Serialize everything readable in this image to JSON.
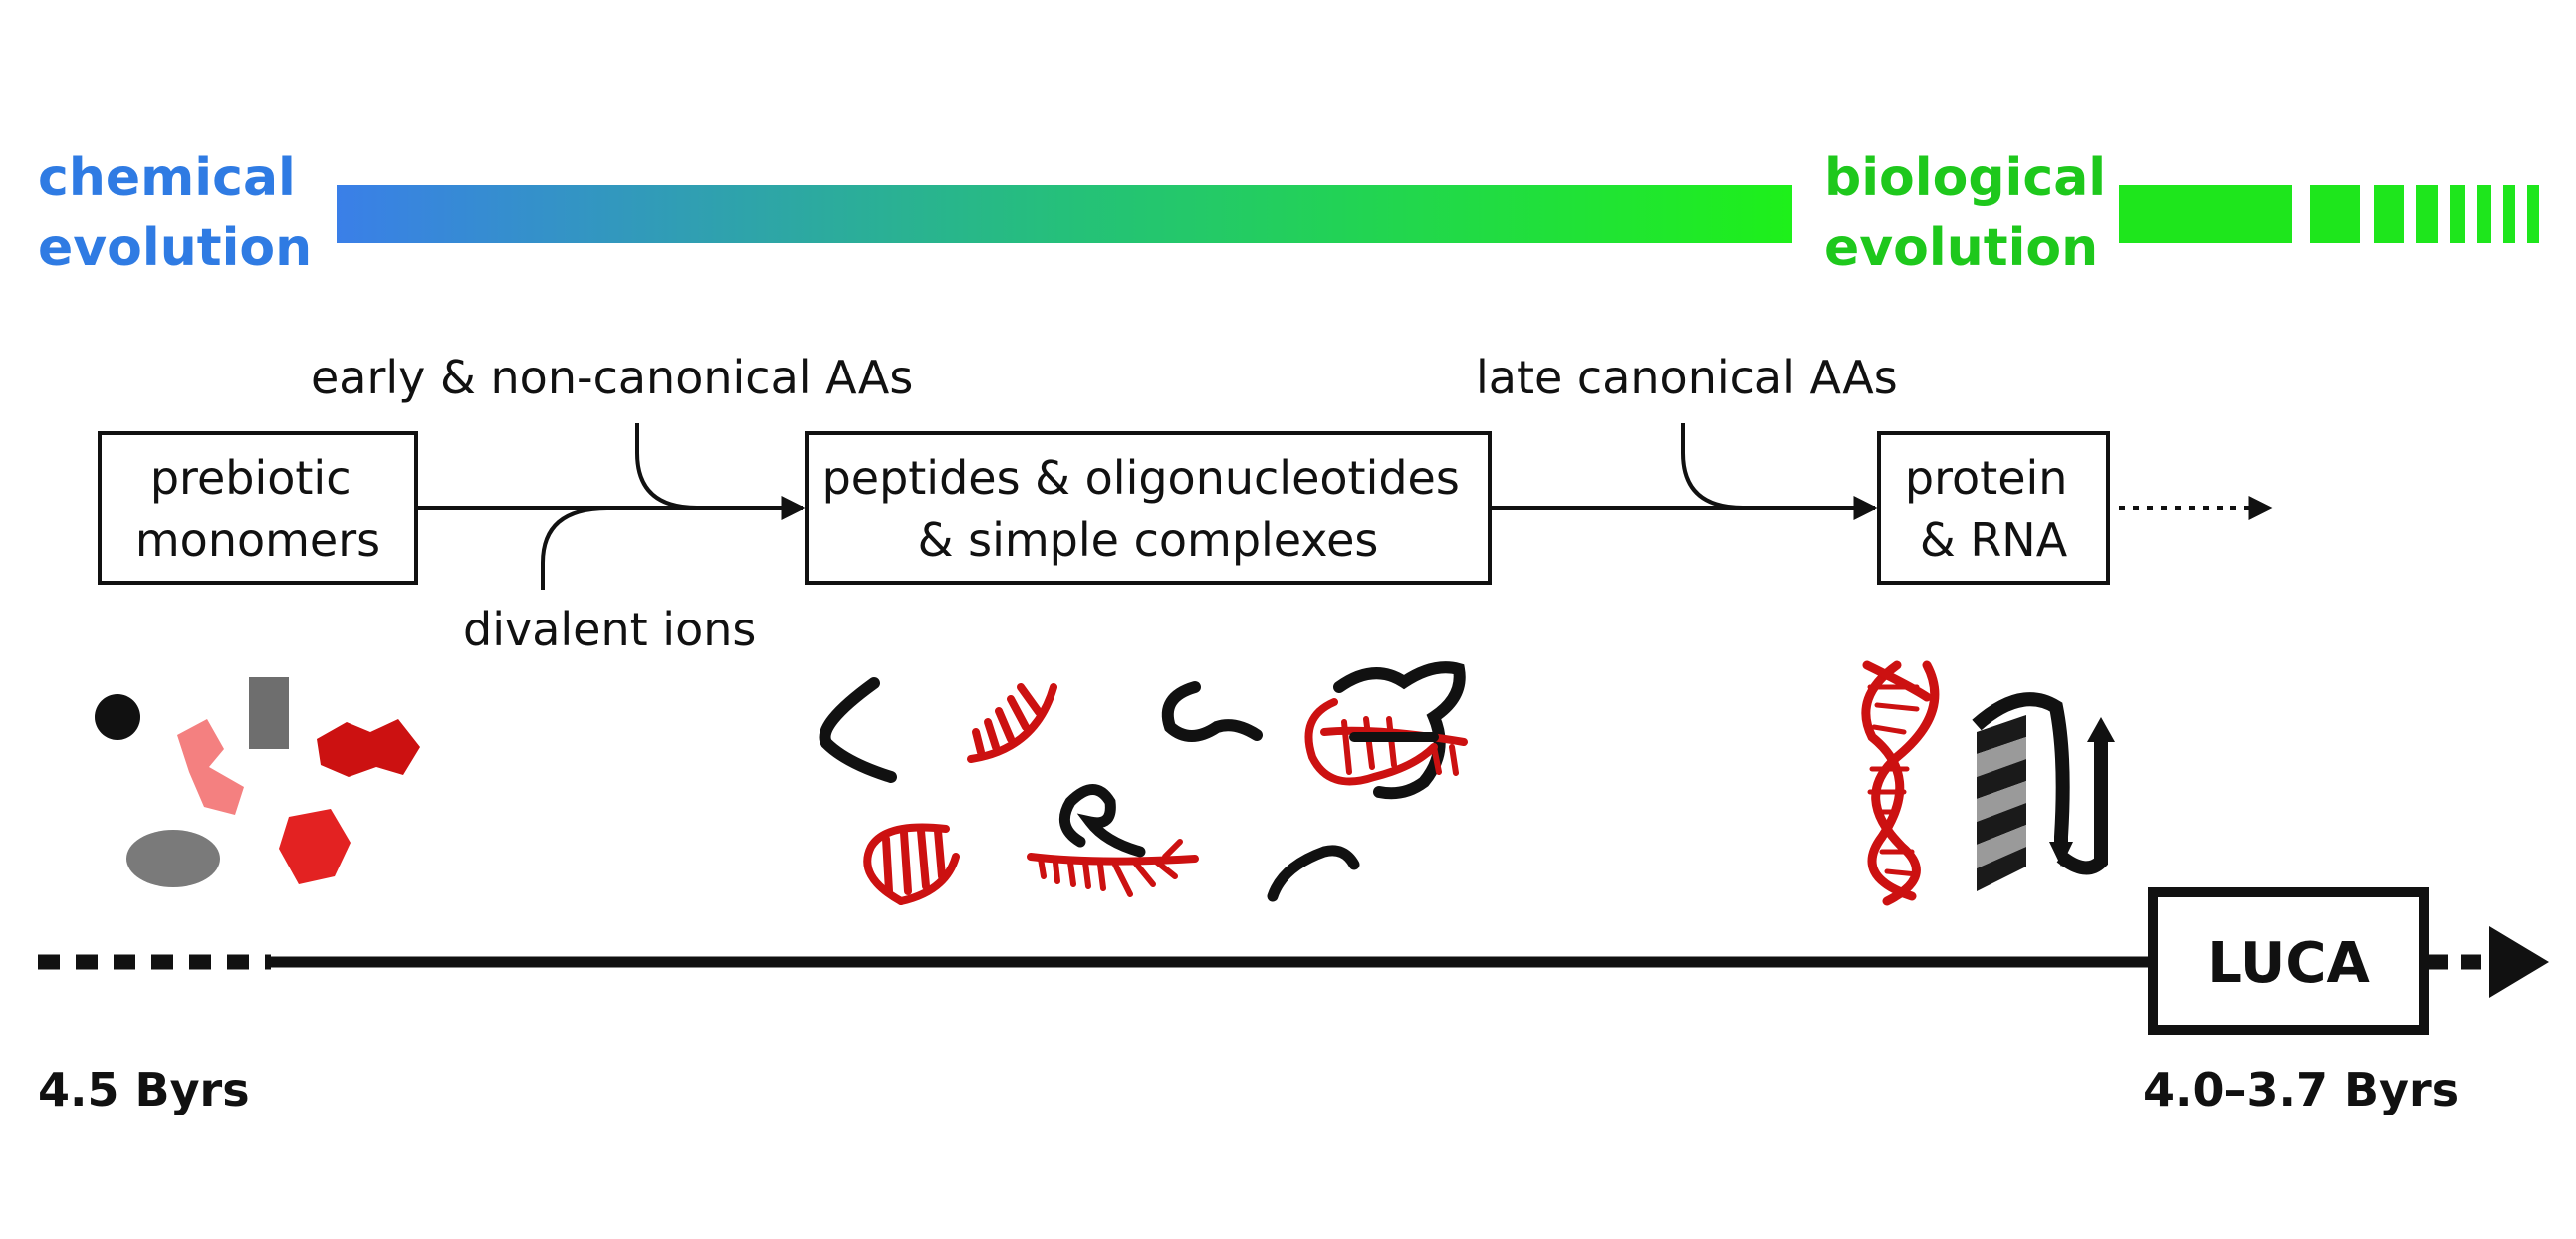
{
  "colors": {
    "chemical": "#2f7be3",
    "biological": "#1ee61c",
    "red": "#cc1111",
    "pink": "#f48080",
    "gray": "#7a7a7a",
    "dark": "#111111"
  },
  "phases": {
    "chemical": [
      "chemical",
      "evolution"
    ],
    "biological": [
      "biological",
      "evolution"
    ]
  },
  "flow": {
    "stage1": [
      "prebiotic",
      "monomers"
    ],
    "stage2": [
      "peptides & oligonucleotides",
      "& simple complexes"
    ],
    "stage3": [
      "protein",
      "& RNA"
    ],
    "input_early": "early & non-canonical AAs",
    "input_ions": "divalent ions",
    "input_late": "late canonical AAs"
  },
  "timeline": {
    "start_label": "4.5 Byrs",
    "end_label": "4.0–3.7 Byrs",
    "luca_label": "LUCA"
  },
  "illustrations": {
    "monomers": [
      "black-circle",
      "pink-hexagon",
      "gray-rectangle",
      "red-hexagon-pair",
      "gray-ellipse",
      "red-hexagon"
    ],
    "oligomers": [
      "peptide-strand",
      "rna-hairpin",
      "peptide-strand",
      "rna-peptide-complex",
      "rna-hairpin",
      "rna-peptide-complex",
      "peptide-strand"
    ],
    "macromolecules": [
      "rna-double-helix",
      "protein-fold"
    ]
  }
}
